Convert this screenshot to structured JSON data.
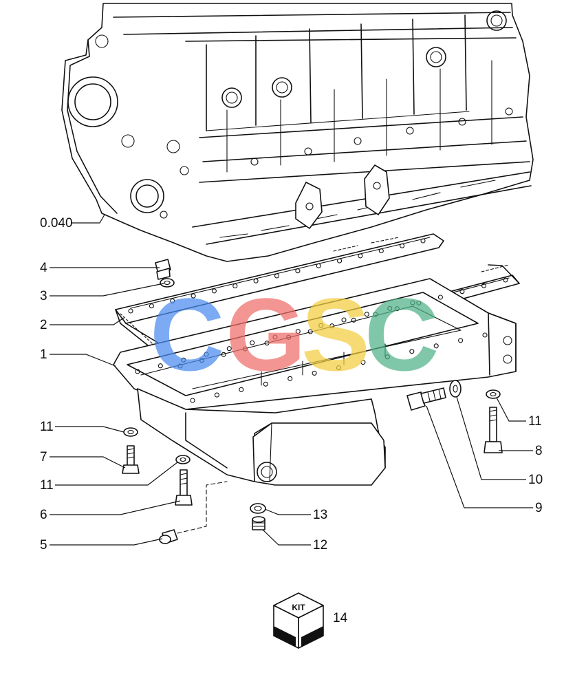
{
  "diagram": {
    "callouts": [
      {
        "id": "c0040",
        "label": "0.040"
      },
      {
        "id": "c4",
        "label": "4"
      },
      {
        "id": "c3",
        "label": "3"
      },
      {
        "id": "c2",
        "label": "2"
      },
      {
        "id": "c1",
        "label": "1"
      },
      {
        "id": "c11a",
        "label": "11"
      },
      {
        "id": "c7",
        "label": "7"
      },
      {
        "id": "c11b",
        "label": "11"
      },
      {
        "id": "c6",
        "label": "6"
      },
      {
        "id": "c5",
        "label": "5"
      },
      {
        "id": "c11c",
        "label": "11"
      },
      {
        "id": "c8",
        "label": "8"
      },
      {
        "id": "c10",
        "label": "10"
      },
      {
        "id": "c9",
        "label": "9"
      },
      {
        "id": "c13",
        "label": "13"
      },
      {
        "id": "c12",
        "label": "12"
      },
      {
        "id": "c14",
        "label": "14"
      }
    ],
    "kit_badge": {
      "text": "KIT"
    },
    "watermark": {
      "letters": [
        {
          "char": "C",
          "color": "#4a8cf0"
        },
        {
          "char": "G",
          "color": "#ef6f6a"
        },
        {
          "char": "S",
          "color": "#f3cc3e"
        },
        {
          "char": "C",
          "color": "#4fb287"
        }
      ]
    }
  }
}
